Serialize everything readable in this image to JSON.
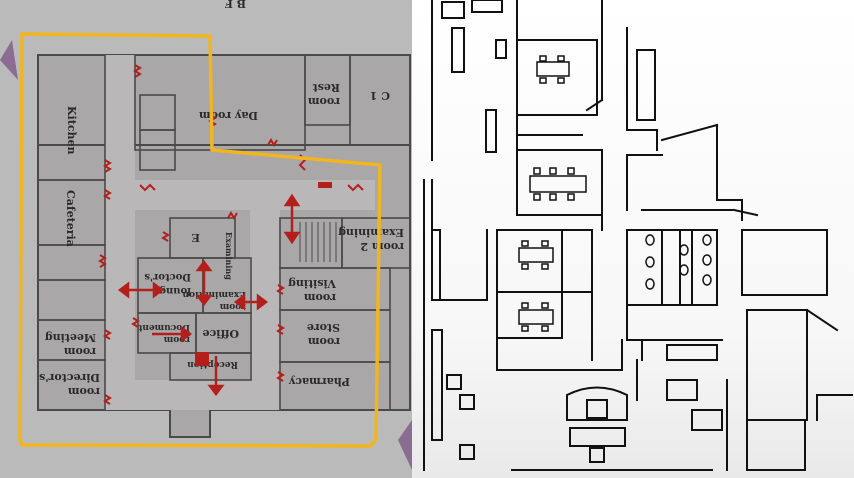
{
  "left_map": {
    "floor_code": "B F",
    "rooms": [
      {
        "id": "kitchen",
        "label": "Kitchen"
      },
      {
        "id": "day-room",
        "label": "Day room"
      },
      {
        "id": "rest-room",
        "label_l1": "Rest",
        "label_l2": "room"
      },
      {
        "id": "c1",
        "label": "C 1"
      },
      {
        "id": "cafeteria",
        "label": "Cafeteria"
      },
      {
        "id": "exam-room-2",
        "label_l1": "Examining",
        "label_l2": "room 2"
      },
      {
        "id": "e",
        "label": "E"
      },
      {
        "id": "exam-room-small",
        "label_l1": "Examining",
        "label_l2": "room"
      },
      {
        "id": "visiting-room",
        "label_l1": "Visiting",
        "label_l2": "room"
      },
      {
        "id": "doctors-lounge",
        "label_l1": "Doctor's",
        "label_l2": "lounge"
      },
      {
        "id": "exam-room-1",
        "label_l1": "Examination",
        "label_l2": "room"
      },
      {
        "id": "office",
        "label": "Office"
      },
      {
        "id": "meeting-room",
        "label_l1": "Meeting",
        "label_l2": "room"
      },
      {
        "id": "store-room",
        "label_l1": "Store",
        "label_l2": "room"
      },
      {
        "id": "document-room",
        "label_l1": "Document",
        "label_l2": "room"
      },
      {
        "id": "reception",
        "label": "Reception"
      },
      {
        "id": "pharmacy",
        "label": "Pharmacy"
      },
      {
        "id": "directors-room",
        "label_l1": "Director's",
        "label_l2": "room"
      }
    ]
  },
  "colors": {
    "paper": "#b7b5b6",
    "wall": "#4a4a4a",
    "room_fill": "#a9a7a8",
    "highlight": "#f2b51e",
    "door_marker": "#b3201c",
    "line": "#111111"
  }
}
